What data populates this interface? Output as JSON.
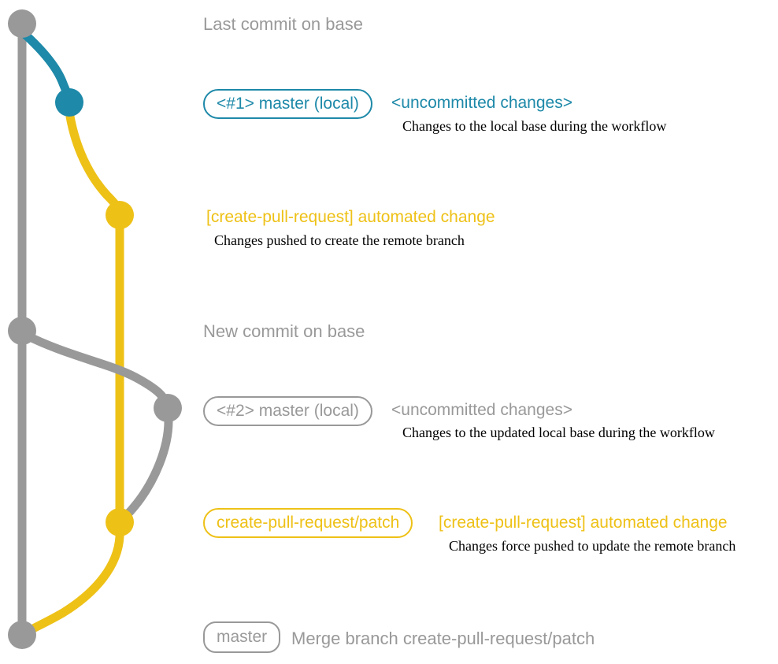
{
  "colors": {
    "gray": "#999999",
    "teal": "#1e89a9",
    "yellow": "#eec117",
    "note_text": "#000000",
    "background": "#ffffff"
  },
  "diagram": {
    "type": "git-branch-graph",
    "branches": [
      "base (gray)",
      "master local #1 (teal)",
      "create-pull-request/patch (yellow)",
      "master local #2 (gray)"
    ]
  },
  "annotations": {
    "last_commit": {
      "label": "Last commit on base"
    },
    "step1": {
      "branch_label": "<#1> master (local)",
      "title": "<uncommitted changes>",
      "note": "Changes to the local base during the workflow"
    },
    "step2": {
      "title": "[create-pull-request] automated change",
      "note": "Changes pushed to create the remote branch"
    },
    "new_commit": {
      "label": "New commit on base"
    },
    "step3": {
      "branch_label": "<#2> master (local)",
      "title": "<uncommitted changes>",
      "note": "Changes to the updated local base during the workflow"
    },
    "step4": {
      "branch_label": "create-pull-request/patch",
      "title": "[create-pull-request] automated change",
      "note": "Changes force pushed to update the remote branch"
    },
    "merge": {
      "branch_label": "master",
      "title": "Merge branch create-pull-request/patch"
    }
  }
}
